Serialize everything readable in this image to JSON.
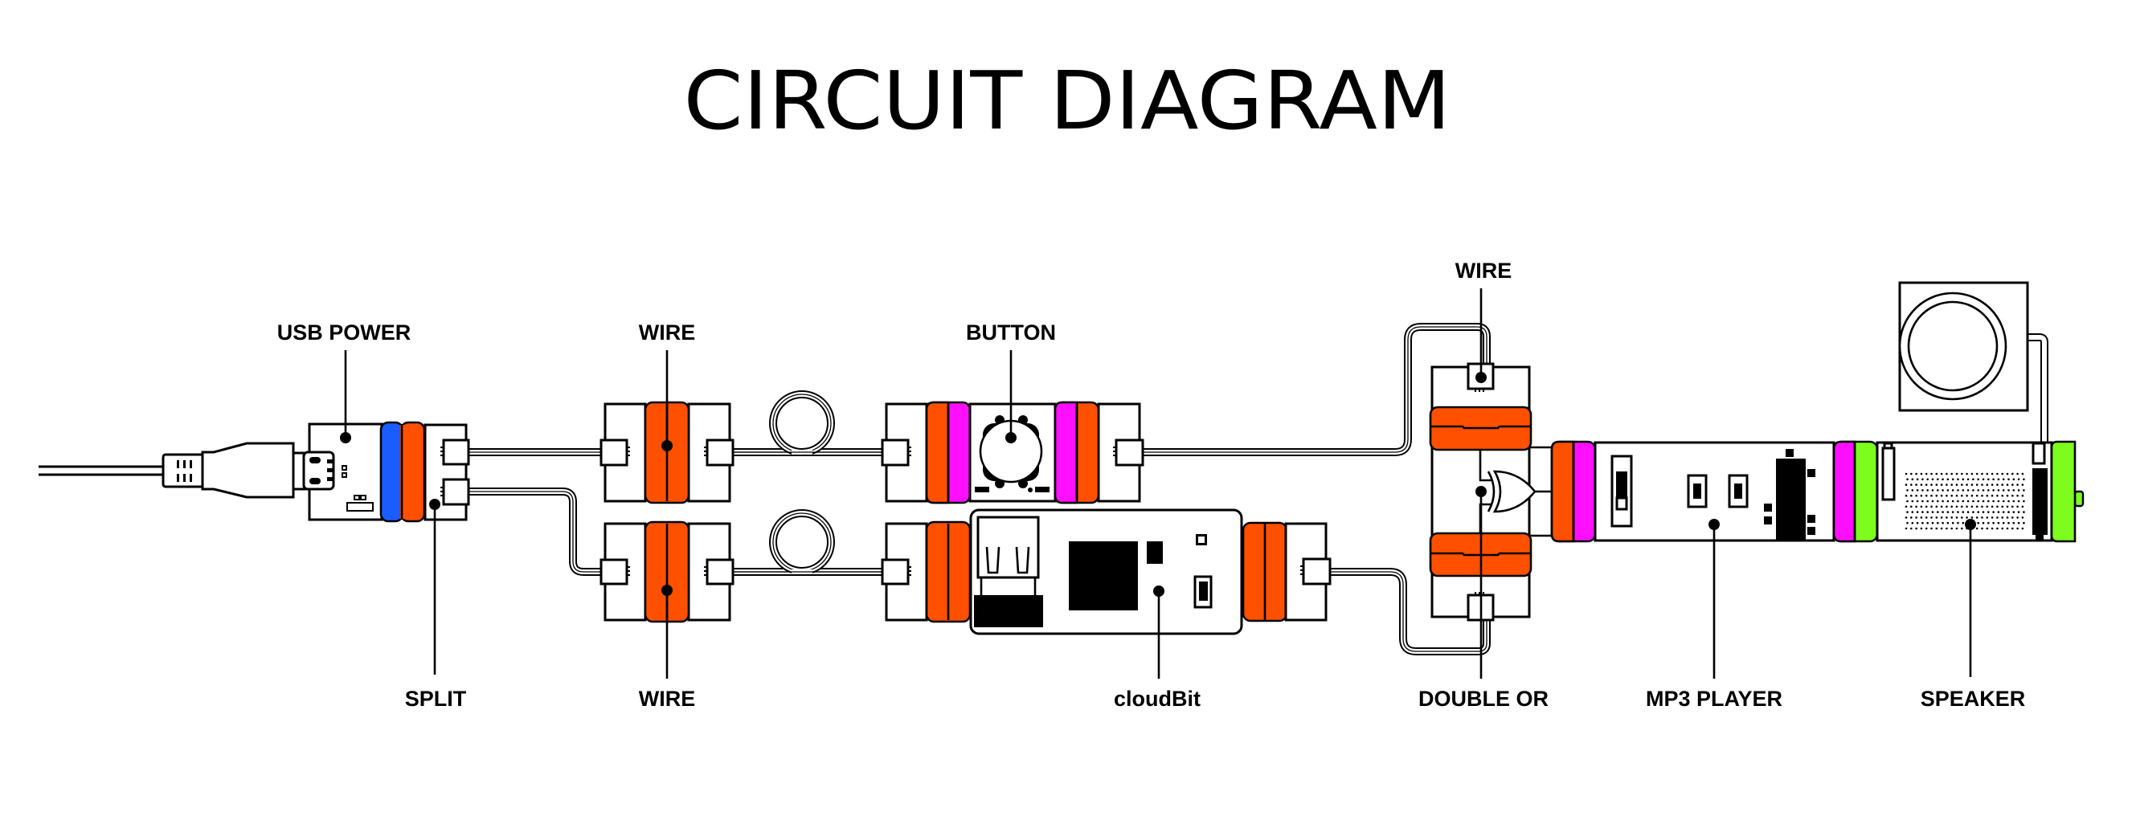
{
  "title": "CIRCUIT DIAGRAM",
  "colors": {
    "power": "#1a5cff",
    "wire": "#ff5000",
    "input": "#ff0fff",
    "output": "#7dfc1e",
    "outline": "#000000",
    "background": "#ffffff"
  },
  "labels": {
    "usb_power": "USB POWER",
    "split": "SPLIT",
    "wire_top": "WIRE",
    "wire_bottom": "WIRE",
    "button": "BUTTON",
    "cloudbit": "cloudBit",
    "wire_upper": "WIRE",
    "double_or": "DOUBLE OR",
    "mp3_player": "MP3 PLAYER",
    "speaker": "SPEAKER"
  },
  "modules": [
    {
      "id": "usb-power",
      "name": "USB POWER",
      "category": "power"
    },
    {
      "id": "split",
      "name": "SPLIT",
      "category": "wire"
    },
    {
      "id": "wire-top",
      "name": "WIRE",
      "category": "wire"
    },
    {
      "id": "wire-bottom",
      "name": "WIRE",
      "category": "wire"
    },
    {
      "id": "button",
      "name": "BUTTON",
      "category": "input"
    },
    {
      "id": "cloudbit",
      "name": "cloudBit",
      "category": "wire"
    },
    {
      "id": "wire-upper",
      "name": "WIRE",
      "category": "wire"
    },
    {
      "id": "double-or",
      "name": "DOUBLE OR",
      "category": "wire"
    },
    {
      "id": "mp3-player",
      "name": "MP3 PLAYER",
      "category": "input"
    },
    {
      "id": "speaker",
      "name": "SPEAKER",
      "category": "output"
    }
  ]
}
